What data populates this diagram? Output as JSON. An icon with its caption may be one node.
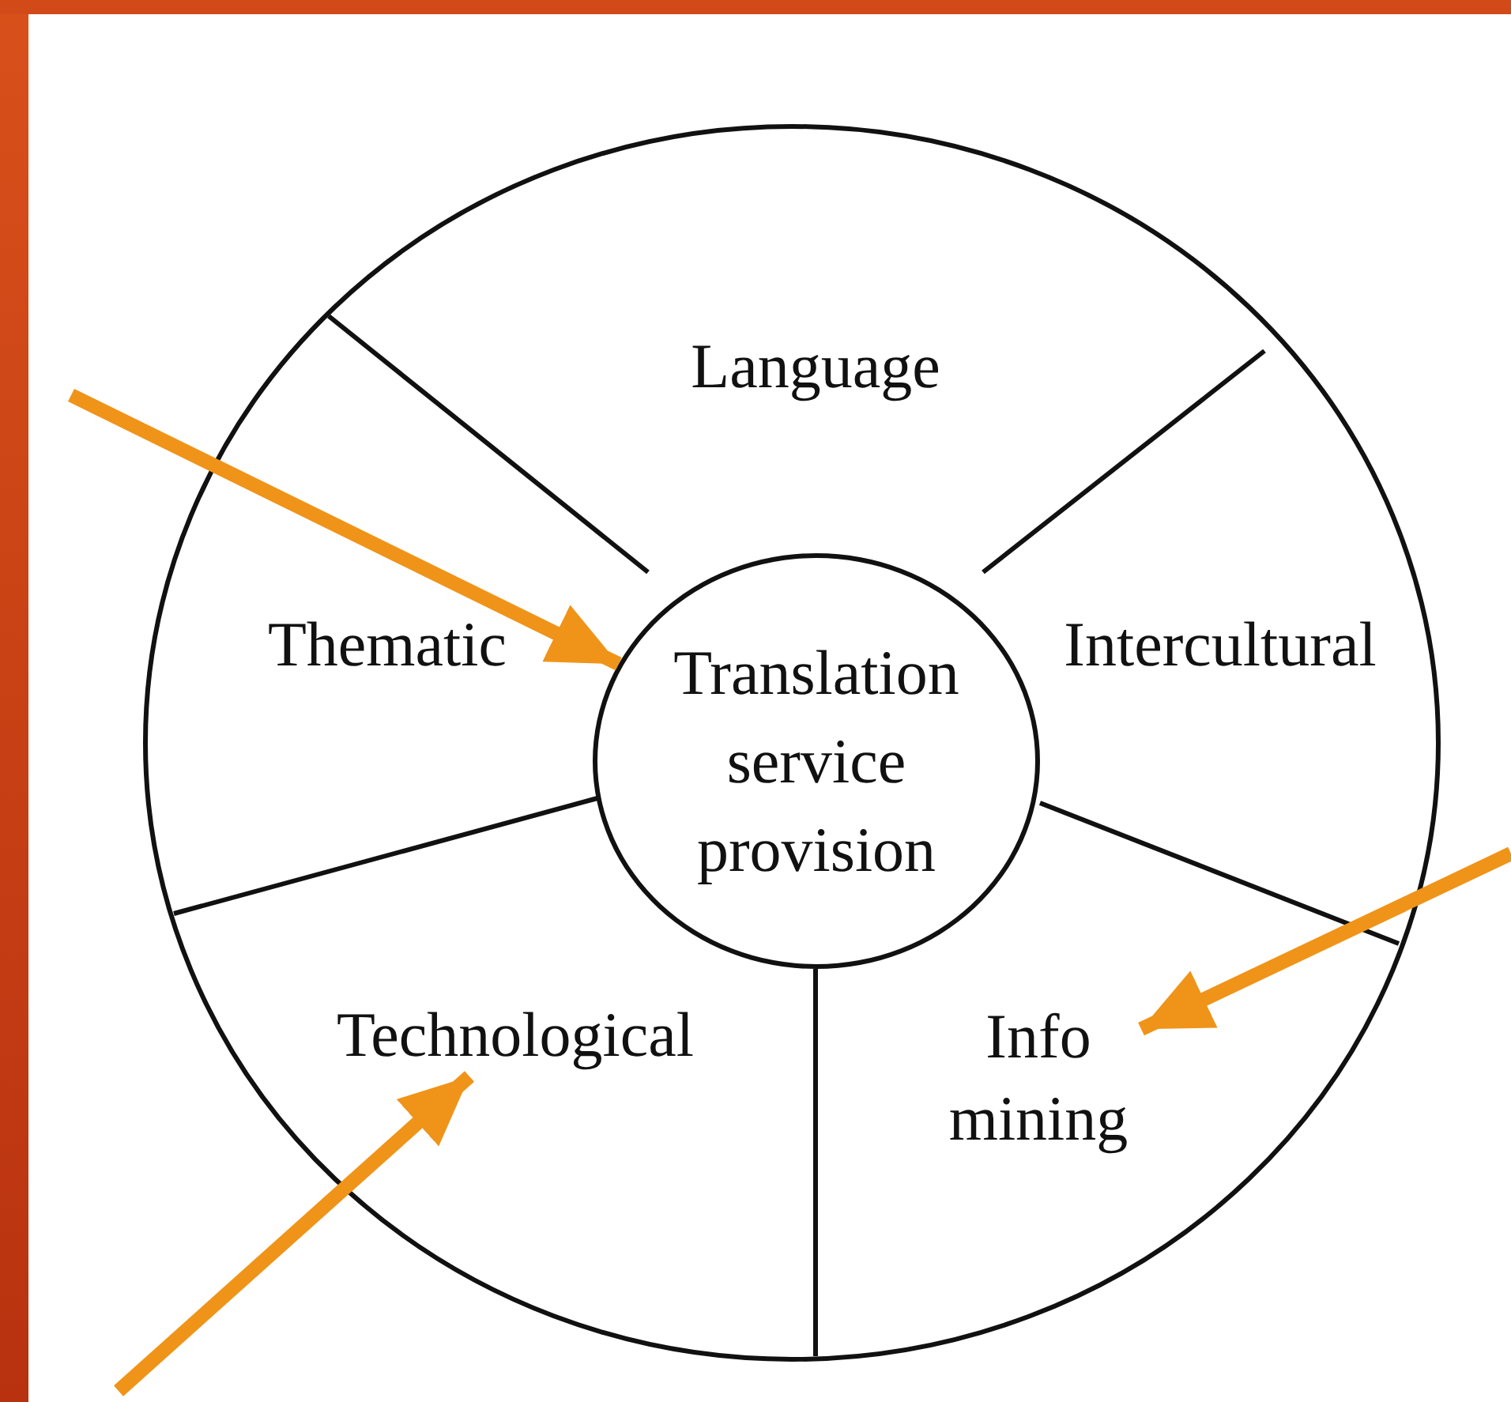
{
  "diagram": {
    "nodes": [
      {
        "text": [
          "Language"
        ]
      },
      {
        "text": [
          "Thematic"
        ]
      },
      {
        "text": [
          "Translation service provision"
        ]
      },
      {
        "text": [
          "Intercultural"
        ]
      },
      {
        "text": [
          "Technological"
        ]
      },
      {
        "text": [
          "Info mining"
        ]
      }
    ],
    "edges": [
      {
        "from": null,
        "to": 2,
        "arrow": "to"
      },
      {
        "from": null,
        "to": 5,
        "arrow": "to"
      },
      {
        "from": null,
        "to": 4,
        "arrow": "to"
      }
    ]
  }
}
